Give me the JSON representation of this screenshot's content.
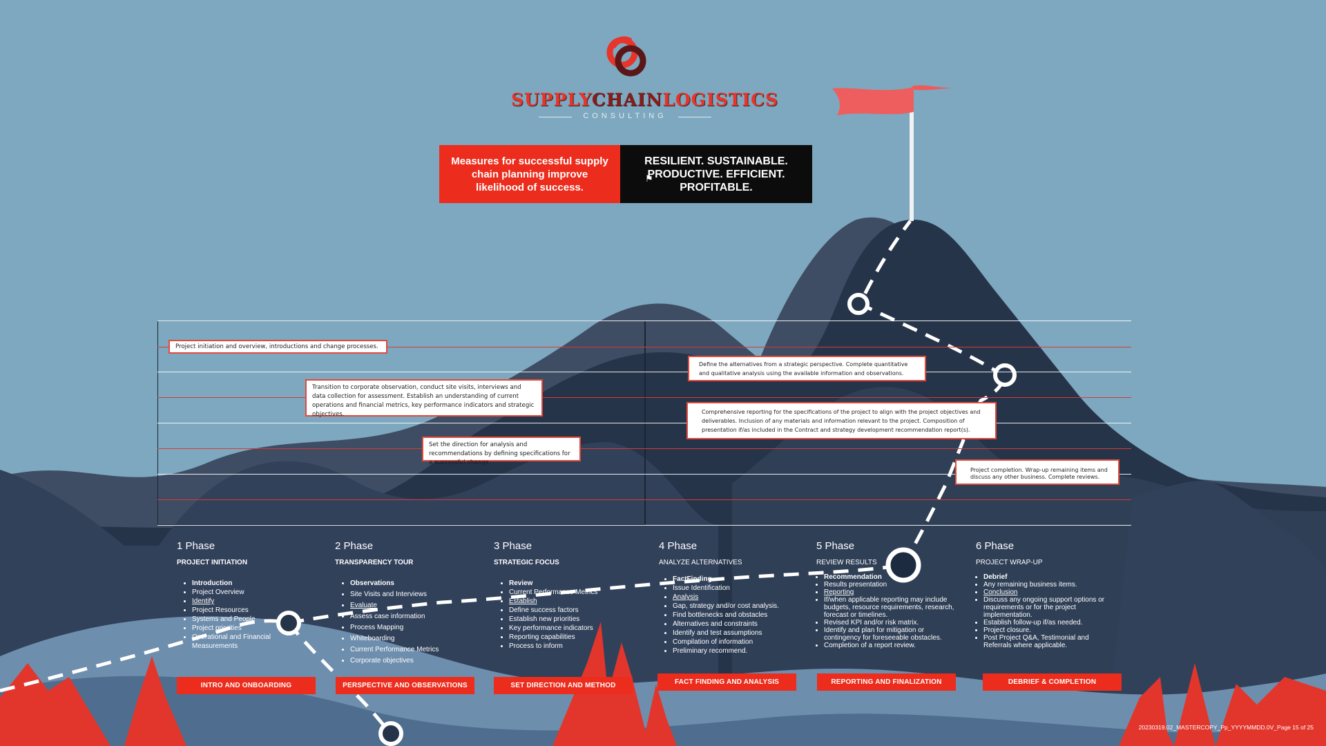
{
  "brand": {
    "name_part1": "SUPPLY",
    "name_part2": "CHAIN",
    "name_part3": "LOGISTICS",
    "subtitle": "CONSULTING"
  },
  "banner": {
    "left_text": "Measures for successful supply chain planning improve likelihood of success.",
    "right_line1": "RESILIENT. SUSTAINABLE.",
    "right_line2": "PRODUCTIVE. EFFICIENT.",
    "right_line3": "PROFITABLE."
  },
  "callouts": [
    "Project initiation and overview, introductions and change processes.",
    "Transition to corporate observation, conduct site visits, interviews and data collection for assessment. Establish an understanding of current operations and financial metrics, key performance indicators and strategic objectives.",
    "Set the direction for analysis and recommendations by defining specifications for a successful change.",
    "Define the alternatives from a strategic perspective. Complete quantitative and qualitative analysis using the available information and observations.",
    "Comprehensive reporting for the specifications of the project to align with the project objectives and deliverables. Inclusion of any materials and information relevant to the project. Composition of presentation if/as included in the Contract and strategy development recommendation report(s).",
    "Project completion. Wrap-up remaining items and discuss any other business. Complete reviews."
  ],
  "phases": [
    {
      "number": "1 Phase",
      "title": "PROJECT INITIATION",
      "items": [
        "Introduction",
        "Project Overview",
        "Identify",
        "Project Resources",
        "Systems and People",
        "Project priorities",
        "Operational and Financial Measurements"
      ],
      "button": "INTRO AND ONBOARDING"
    },
    {
      "number": "2 Phase",
      "title": "TRANSPARENCY TOUR",
      "items": [
        "Observations",
        "Site Visits and Interviews",
        "Evaluate",
        "Assess case information",
        "Process Mapping",
        "Whiteboarding",
        "Current Performance Metrics",
        "Corporate objectives"
      ],
      "button": "PERSPECTIVE AND OBSERVATIONS"
    },
    {
      "number": "3 Phase",
      "title": "STRATEGIC FOCUS",
      "items": [
        "Review",
        "Current Performance Metrics",
        "Establish",
        "Define success factors",
        "Establish new priorities",
        "Key performance indicators",
        "Reporting capabilities",
        "Process to inform"
      ],
      "button": "SET DIRECTION AND METHOD"
    },
    {
      "number": "4 Phase",
      "title": "ANALYZE ALTERNATIVES",
      "items": [
        "FactFinding",
        "Issue Identification",
        "Analysis",
        "Gap, strategy and/or cost analysis.",
        "Find bottlenecks and obstacles",
        "Alternatives and constraints",
        "Identify and test assumptions",
        "Compilation of information",
        "Preliminary recommend."
      ],
      "button": "FACT FINDING AND ANALYSIS"
    },
    {
      "number": "5 Phase",
      "title": "REVIEW RESULTS",
      "items": [
        "Recommendation",
        "Results presentation",
        "Reporting",
        "If/when applicable reporting may include budgets, resource requirements, research, forecast or timelines.",
        "Revised KPI and/or risk matrix.",
        "Identify and plan for mitigation or contingency for foreseeable obstacles.",
        "Completion of a report review."
      ],
      "button": "REPORTING AND FINALIZATION"
    },
    {
      "number": "6 Phase",
      "title": "PROJECT WRAP-UP",
      "items": [
        "Debrief",
        "Any remaining business items.",
        "Conclusion",
        "Discuss any ongoing support options or requirements or for the project implementation.",
        "Establish follow-up if/as needed.",
        "Project closure.",
        "Post Project Q&A, Testimonial and Referrals where applicable."
      ],
      "button": "DEBRIEF & COMPLETION"
    }
  ],
  "footer": "20230319.02_MASTERCOPY_Pp_YYYYMMDD.0V_Page 15 of 25",
  "colors": {
    "sky": "#7da8bf",
    "accent_red": "#ec2c1c",
    "mountain_dark": "#26344a",
    "black_banner": "#0c0c0c"
  }
}
